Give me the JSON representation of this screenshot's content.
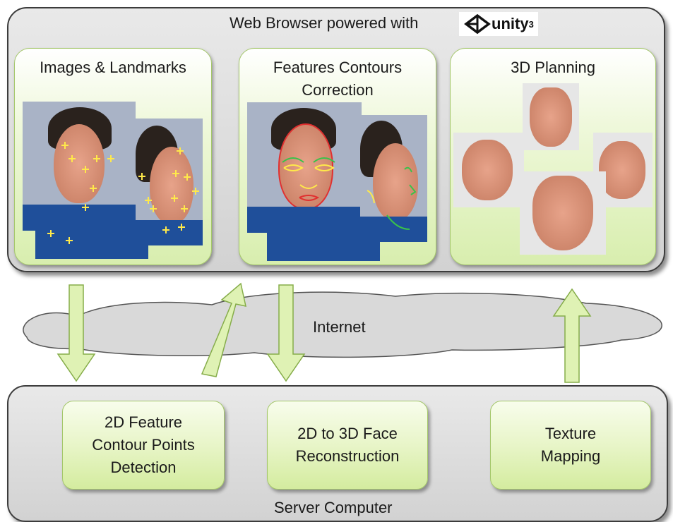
{
  "browser_panel": {
    "title": "Web Browser powered with",
    "logo_text": "unity",
    "logo_superscript": "3"
  },
  "client_boxes": [
    {
      "title": "Images & Landmarks"
    },
    {
      "title_line1": "Features Contours",
      "title_line2": "Correction"
    },
    {
      "title": "3D Planning"
    }
  ],
  "internet": {
    "label": "Internet"
  },
  "server_panel": {
    "title": "Server Computer"
  },
  "server_boxes": [
    {
      "line1": "2D Feature",
      "line2": "Contour Points",
      "line3": "Detection"
    },
    {
      "line1": "2D to 3D Face",
      "line2": "Reconstruction"
    },
    {
      "line1": "Texture",
      "line2": "Mapping"
    }
  ],
  "colors": {
    "panel_gray": "#dcdcdc",
    "box_green": "#d8eeae",
    "arrow_green": "#dff2b4",
    "landmark_yellow": "#ffe94a"
  }
}
